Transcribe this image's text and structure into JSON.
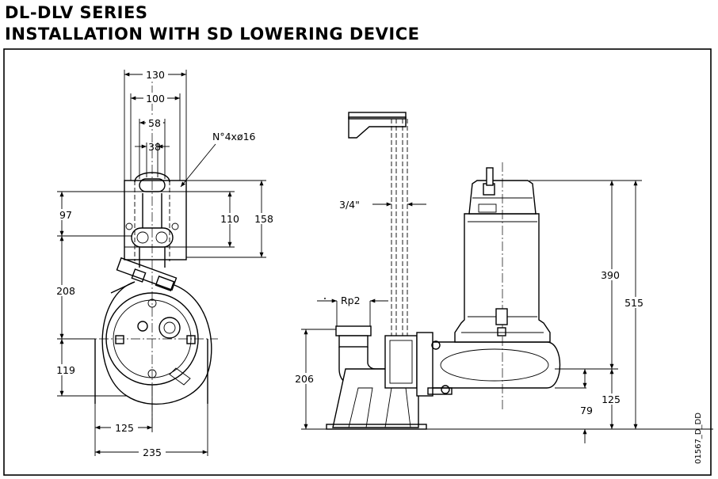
{
  "title": {
    "line1": "DL-DLV SERIES",
    "line2": "INSTALLATION WITH SD LOWERING DEVICE"
  },
  "drawing_code": "01567_D_DD",
  "front_view": {
    "widths": [
      "130",
      "100",
      "58",
      "38"
    ],
    "hole_note": "N°4xø16",
    "heights_left": [
      "97",
      "208",
      "119"
    ],
    "heights_right": [
      "110",
      "158"
    ],
    "bottom_widths": [
      "125",
      "235"
    ]
  },
  "side_view": {
    "pipe_size": "3/4\"",
    "outlet": "Rp2",
    "heights": [
      "390",
      "515",
      "206",
      "125",
      "79"
    ]
  }
}
